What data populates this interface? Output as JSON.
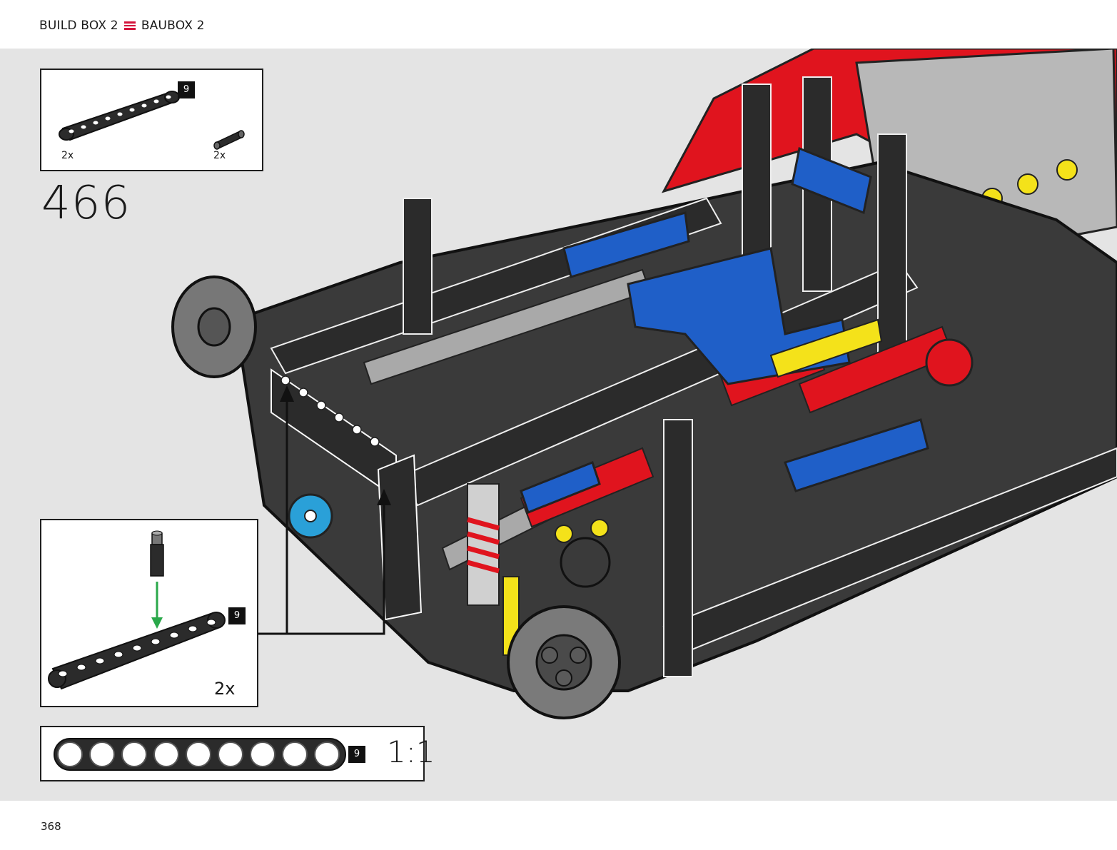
{
  "header": {
    "left_label": "BUILD BOX 2",
    "right_label": "BAUBOX 2",
    "separator_color": "#d4143c"
  },
  "parts_list": {
    "items": [
      {
        "icon": "beam-9-icon",
        "quantity": "2x",
        "length_badge": "9"
      },
      {
        "icon": "axle-pin-icon",
        "quantity": "2x"
      }
    ]
  },
  "step": {
    "number": "466"
  },
  "sub_assembly": {
    "length_badge": "9",
    "quantity": "2x",
    "arrow_color": "#2aa84a"
  },
  "scale_reference": {
    "length_badge": "9",
    "scale_label": "1:1",
    "hole_count": 9
  },
  "page": {
    "number": "368"
  },
  "colors": {
    "background": "#e4e4e4",
    "technic_dark": "#2b2b2b",
    "technic_red": "#e0141e",
    "technic_blue": "#1f5fc8",
    "technic_yellow": "#f4e21a",
    "technic_gray": "#a9a9a9"
  }
}
